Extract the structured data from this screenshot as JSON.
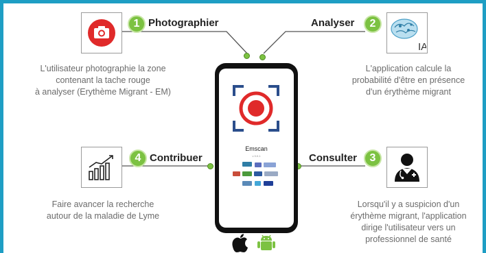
{
  "steps": [
    {
      "number": "1",
      "title": "Photographier",
      "desc": [
        "L'utilisateur photographie la zone",
        "contenant la tache rouge",
        "à analyser  (Erythème Migrant - EM)"
      ],
      "icon": "camera-icon"
    },
    {
      "number": "2",
      "title": "Analyser",
      "desc": [
        "L'application calcule la",
        "probabilité d'être en présence",
        "d'un érythème migrant"
      ],
      "icon": "ai-brain-icon",
      "icon_label": "IA"
    },
    {
      "number": "3",
      "title": "Consulter",
      "desc": [
        "Lorsqu'il y a suspicion d'un",
        "érythème migrant, l'application",
        "dirige l'utilisateur vers un",
        "professionnel de santé"
      ],
      "icon": "doctor-icon"
    },
    {
      "number": "4",
      "title": "Contribuer",
      "desc": [
        "Faire avancer la recherche",
        "autour de la maladie de Lyme"
      ],
      "icon": "bar-chart-growth-icon"
    }
  ],
  "phone": {
    "app_name": "Emscan",
    "app_version": "v 0.0.1"
  },
  "platforms": [
    "apple-logo-icon",
    "android-logo-icon"
  ],
  "colors": {
    "accent": "#7cc242",
    "frame": "#1e9ec4",
    "camera_red": "#e02a2a",
    "scan_blue": "#2b4e8c"
  }
}
